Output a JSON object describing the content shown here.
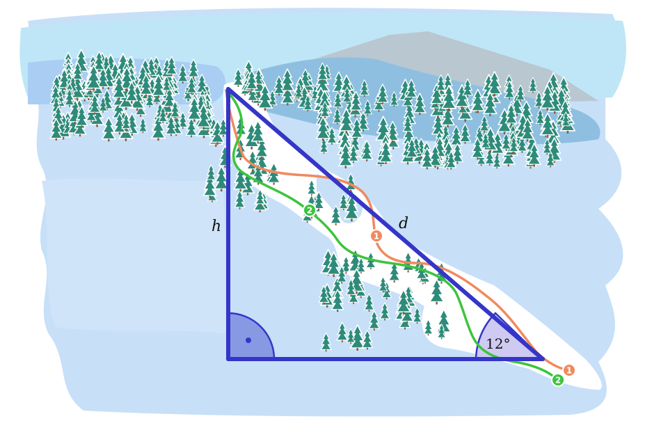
{
  "diagram": {
    "labels": {
      "height": "h",
      "hypotenuse": "d",
      "angle": "12°"
    },
    "routes": [
      {
        "id": "1",
        "color": "#f08a5d"
      },
      {
        "id": "2",
        "color": "#3cc43c"
      }
    ],
    "colors": {
      "triangle": "#3535c8",
      "right_angle_fill": "#7d8ce0",
      "acute_angle_fill": "#c9c4f0",
      "snow_blob": "#c7e0f8",
      "slope": "#ffffff",
      "lake": "#bfe6f7",
      "mountain_gray": "#b9c7d1",
      "mountain_blue": "#8fbfe0",
      "tree": "#2e8b7a"
    },
    "icons": [
      "tree-icon",
      "route-badge-icon",
      "right-angle-dot-icon"
    ]
  }
}
